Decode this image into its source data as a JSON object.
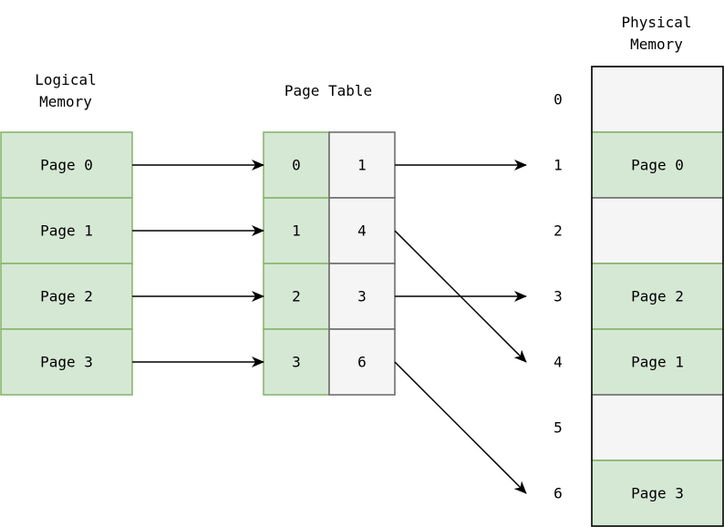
{
  "logical_memory": {
    "title_lines": [
      "Logical",
      "Memory"
    ],
    "pages": [
      "Page 0",
      "Page 1",
      "Page 2",
      "Page 3"
    ]
  },
  "page_table": {
    "title": "Page Table",
    "entries": [
      {
        "page": "0",
        "frame": "1"
      },
      {
        "page": "1",
        "frame": "4"
      },
      {
        "page": "2",
        "frame": "3"
      },
      {
        "page": "3",
        "frame": "6"
      }
    ]
  },
  "physical_memory": {
    "title_lines": [
      "Physical",
      "Memory"
    ],
    "frames": [
      {
        "index": "0",
        "content": ""
      },
      {
        "index": "1",
        "content": "Page 0"
      },
      {
        "index": "2",
        "content": ""
      },
      {
        "index": "3",
        "content": "Page 2"
      },
      {
        "index": "4",
        "content": "Page 1"
      },
      {
        "index": "5",
        "content": ""
      },
      {
        "index": "6",
        "content": "Page 3"
      }
    ]
  },
  "colors": {
    "page_fill": "#d5e8d4",
    "page_stroke": "#82b366",
    "empty_fill": "#f5f5f5",
    "empty_stroke": "#666666",
    "outline": "#000000",
    "arrow": "#000000"
  }
}
